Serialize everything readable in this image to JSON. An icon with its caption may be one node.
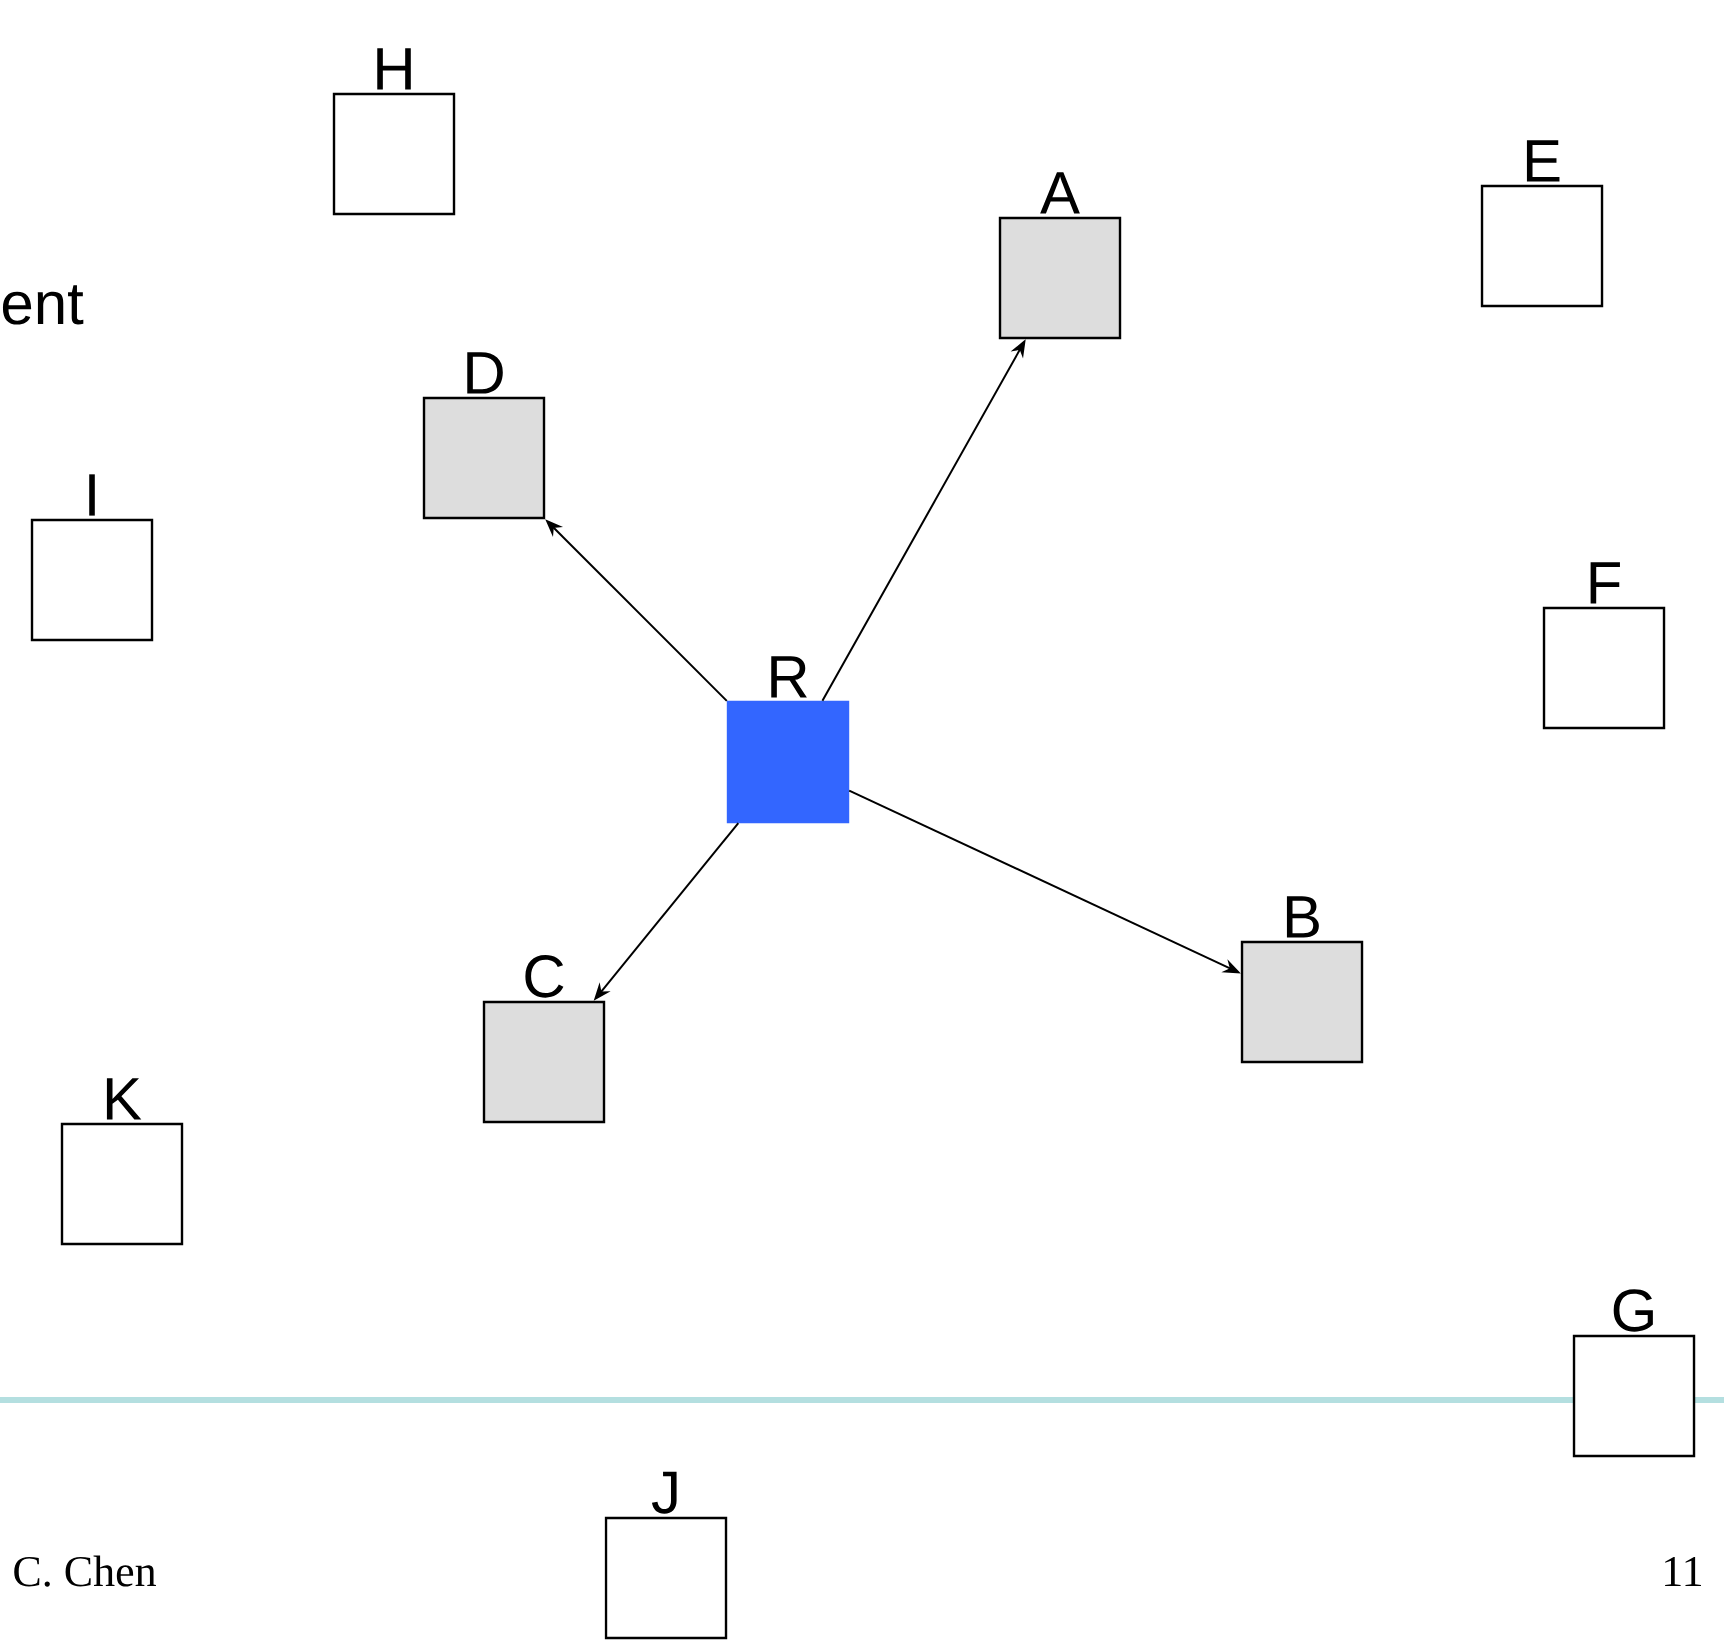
{
  "diagram": {
    "nodes": [
      {
        "text": [
          "H"
        ]
      },
      {
        "text": [
          "E"
        ]
      },
      {
        "text": [
          "A"
        ]
      },
      {
        "text": [
          "D"
        ]
      },
      {
        "text": [
          "I"
        ]
      },
      {
        "text": [
          "F"
        ]
      },
      {
        "text": [
          "R"
        ]
      },
      {
        "text": [
          "B"
        ]
      },
      {
        "text": [
          "C"
        ]
      },
      {
        "text": [
          "K"
        ]
      },
      {
        "text": [
          "G"
        ]
      },
      {
        "text": [
          "J"
        ]
      }
    ],
    "edges": [
      {
        "from": 6,
        "to": 2,
        "arrow": "to"
      },
      {
        "from": 6,
        "to": 3,
        "arrow": "to"
      },
      {
        "from": 6,
        "to": 7,
        "arrow": "to"
      },
      {
        "from": 6,
        "to": 8,
        "arrow": "to"
      }
    ],
    "labels": [
      "ent",
      "C. Chen",
      "11"
    ]
  }
}
